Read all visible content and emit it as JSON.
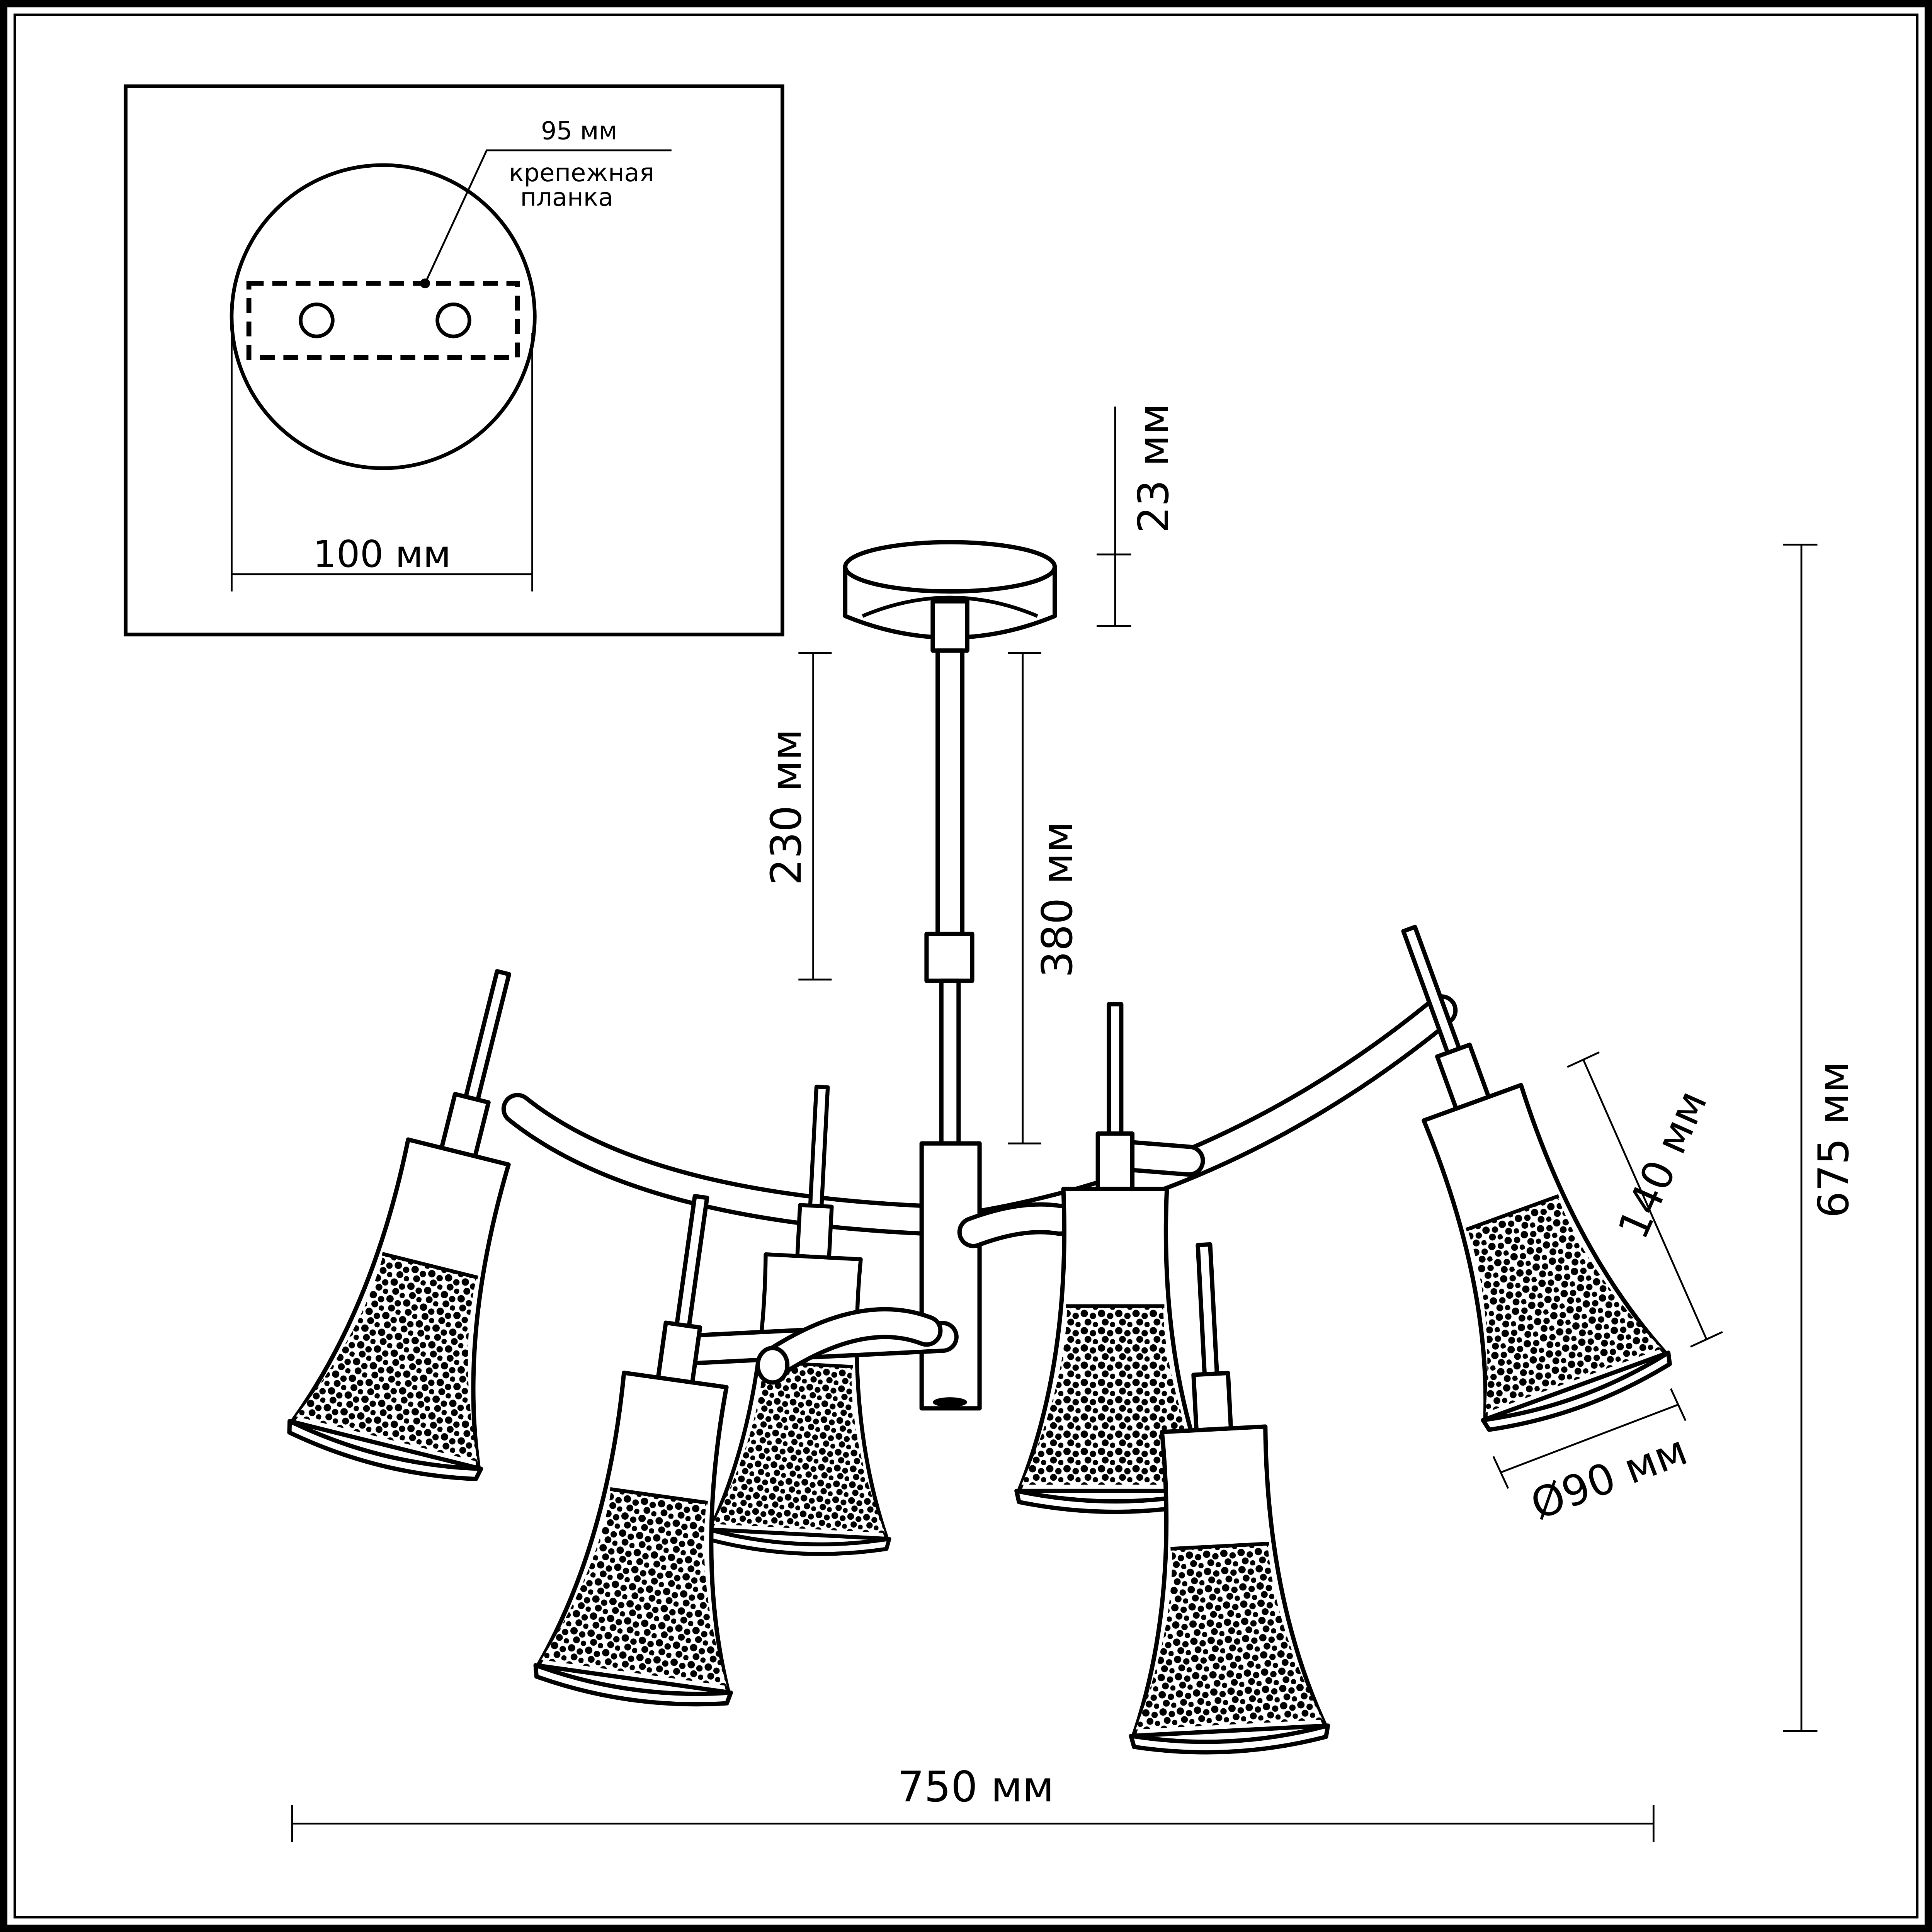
{
  "inset": {
    "plate_width_label": "95 мм",
    "plate_name_line1": "крепежная",
    "plate_name_line2": "планка",
    "canopy_diameter_label": "100 мм"
  },
  "dimensions": {
    "canopy_height": "23 мм",
    "rod_length": "230 мм",
    "body_height": "380 мм",
    "total_height": "675 мм",
    "shade_height": "140 мм",
    "shade_diameter": "Ø90 мм",
    "total_width": "750 мм"
  },
  "colors": {
    "line": "#000000",
    "background": "#ffffff"
  }
}
